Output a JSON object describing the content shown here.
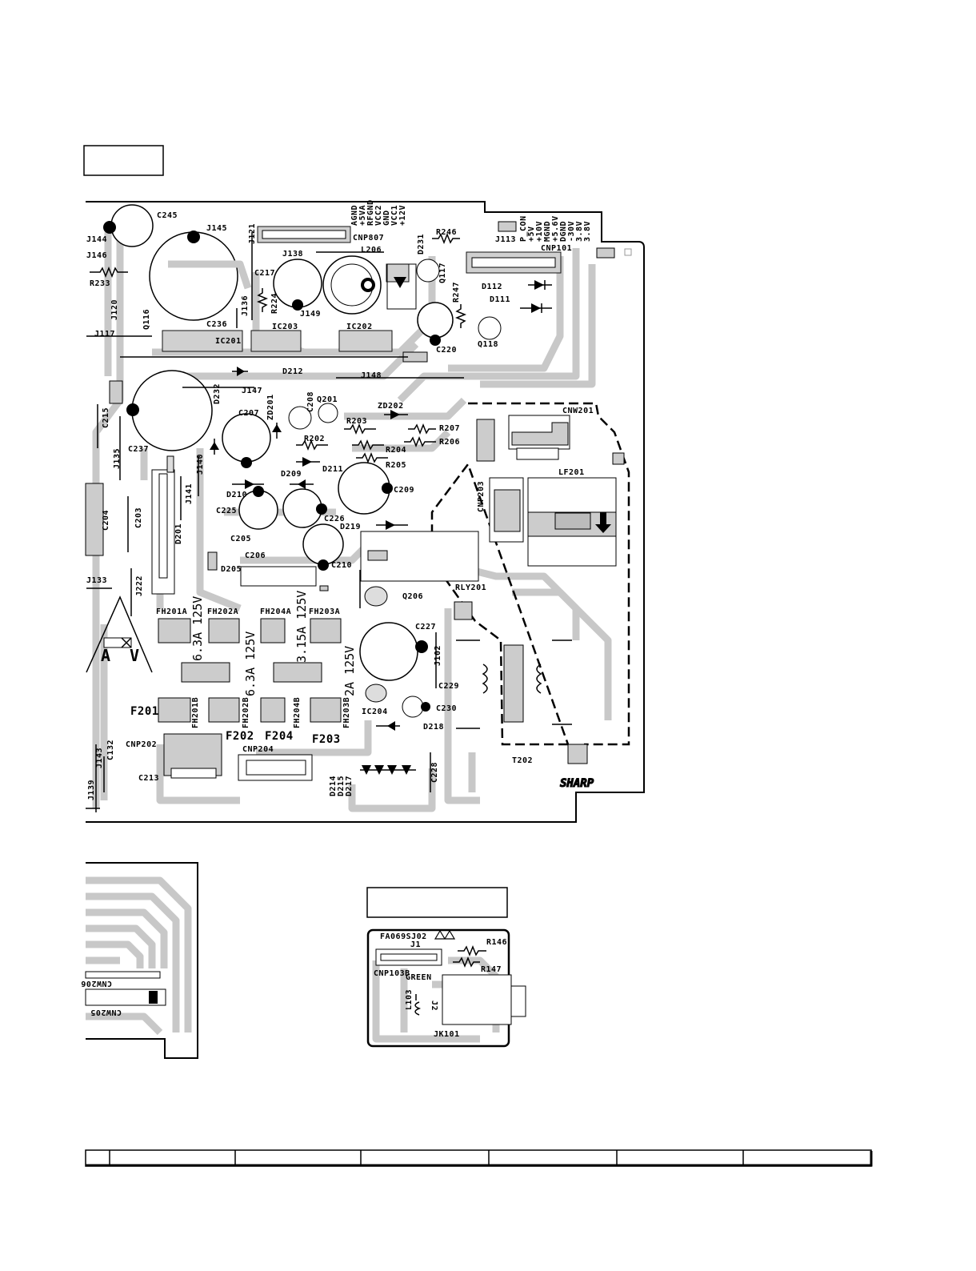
{
  "page": {
    "boards": {
      "power_board": {
        "pattern_id": ""
      },
      "led_board": {
        "pattern_id": "FA069SJ02"
      }
    }
  },
  "power_board": {
    "logo": "SHARP",
    "connector_top_pins": [
      "AGND",
      "+5VA",
      "RFGND",
      "VCC2",
      "GND",
      "VCC1",
      "+12V"
    ],
    "connector_right_pins": [
      "P_CON",
      "+5V",
      "+10V",
      "MGND",
      "+5.6V",
      "DGND",
      "-30V",
      "3.8V",
      "3.8V"
    ],
    "fuse_labels": {
      "f1": "6.3A 125V",
      "f2": "6.3A 125V",
      "f3": "3.15A 125V",
      "f4": "2A 125V"
    },
    "fuse_names": [
      "F201",
      "F202",
      "F204",
      "F203"
    ],
    "fuse_holders": [
      "FH201A",
      "FH202A",
      "FH204A",
      "FH203A",
      "FH201B",
      "FH202B",
      "FH204B",
      "FH203B"
    ],
    "components": {
      "C245": "C245",
      "J144": "J144",
      "J145": "J145",
      "J121": "J121",
      "CNP807": "CNP807",
      "J146": "J146",
      "R233": "R233",
      "J120": "J120",
      "Q116": "Q116",
      "J117": "J117",
      "C236": "C236",
      "J136": "J136",
      "J138": "J138",
      "C217": "C217",
      "R224": "R224",
      "J149": "J149",
      "L206": "L206",
      "D231": "D231",
      "R246": "R246",
      "J113": "J113",
      "CNP101": "CNP101",
      "Q117": "Q117",
      "D112": "D112",
      "R247": "R247",
      "D111": "D111",
      "IC201": "IC201",
      "IC203": "IC203",
      "IC202": "IC202",
      "C220": "C220",
      "Q118": "Q118",
      "D212": "D212",
      "J148": "J148",
      "D232": "D232",
      "J147": "J147",
      "C215": "C215",
      "ZD201": "ZD201",
      "C208": "C208",
      "Q201": "Q201",
      "ZD202": "ZD202",
      "C207": "C207",
      "R203": "R203",
      "R207": "R207",
      "R202": "R202",
      "R206": "R206",
      "R204": "R204",
      "C237": "C237",
      "J135": "J135",
      "J140": "J140",
      "D211": "D211",
      "R205": "R205",
      "D209": "D209",
      "C209": "C209",
      "CNW201": "CNW201",
      "LF201": "LF201",
      "CNP203": "CNP203",
      "J141": "J141",
      "D210": "D210",
      "C225": "C225",
      "C226": "C226",
      "D219": "D219",
      "C204": "C204",
      "C203": "C203",
      "D201": "D201",
      "C205": "C205",
      "C206": "C206",
      "C210": "C210",
      "D205": "D205",
      "J133": "J133",
      "J222": "J222",
      "RLY201": "RLY201",
      "Q206": "Q206",
      "C227": "C227",
      "J102": "J102",
      "C229": "C229",
      "IC204": "IC204",
      "C230": "C230",
      "D218": "D218",
      "C132": "C132",
      "CNP202": "CNP202",
      "J143": "J143",
      "CNP204": "CNP204",
      "C213": "C213",
      "J139": "J139",
      "D214": "D214",
      "D215": "D215",
      "D217": "D217",
      "C228": "C228",
      "T202": "T202",
      "LABEL_A": "A",
      "LABEL_V": "V"
    }
  },
  "bottom_left": {
    "connectors": [
      "CNW206",
      "CNW205"
    ]
  },
  "led_board": {
    "id": "FA069SJ02",
    "components": {
      "J1": "J1",
      "R146": "R146",
      "CNP103B": "CNP103B",
      "GREEN": "GREEN",
      "R147": "R147",
      "J2": "J2",
      "L103": "L103",
      "JK101": "JK101"
    }
  },
  "footer": {
    "cells": [
      "",
      "",
      "",
      "",
      "",
      "",
      ""
    ]
  }
}
